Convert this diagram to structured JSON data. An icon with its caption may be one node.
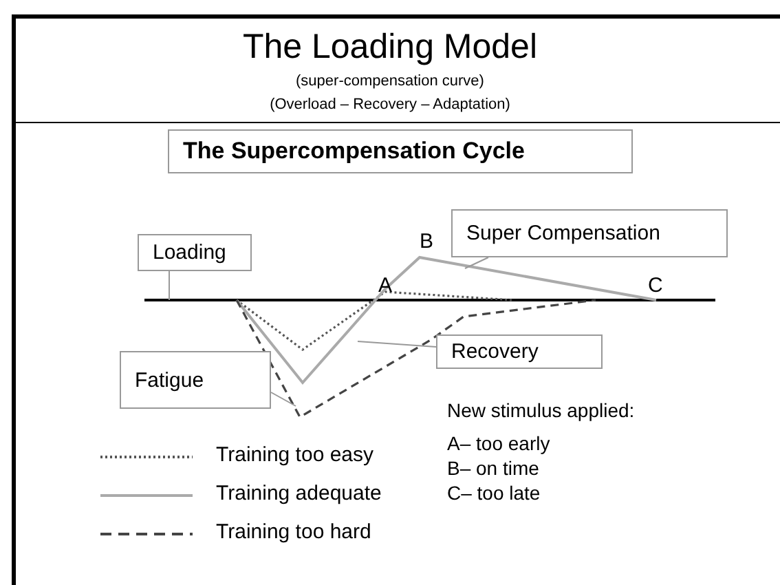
{
  "diagram": {
    "title": "The Loading Model",
    "nodes": [
      {
        "text": [
          "The Supercompensation Cycle"
        ]
      },
      {
        "text": [
          "Loading"
        ]
      },
      {
        "text": [
          "Super Compensation"
        ]
      },
      {
        "text": [
          "Recovery"
        ]
      },
      {
        "text": [
          "Fatigue"
        ]
      }
    ],
    "edges": [
      {
        "from": 1,
        "to": null,
        "arrow": "none"
      },
      {
        "from": 2,
        "to": null,
        "arrow": "none"
      },
      {
        "from": 3,
        "to": null,
        "arrow": "none"
      },
      {
        "from": 4,
        "to": null,
        "arrow": "none"
      }
    ],
    "labels": [
      "(super-compensation curve)",
      "(Overload – Recovery – Adaptation)",
      "B",
      "A",
      "C",
      "New stimulus applied:",
      "A– too early",
      "B– on time",
      "C– too late"
    ],
    "legend": [
      {
        "text": "Training too easy"
      },
      {
        "text": "Training adequate"
      },
      {
        "text": "Training too hard"
      }
    ]
  }
}
